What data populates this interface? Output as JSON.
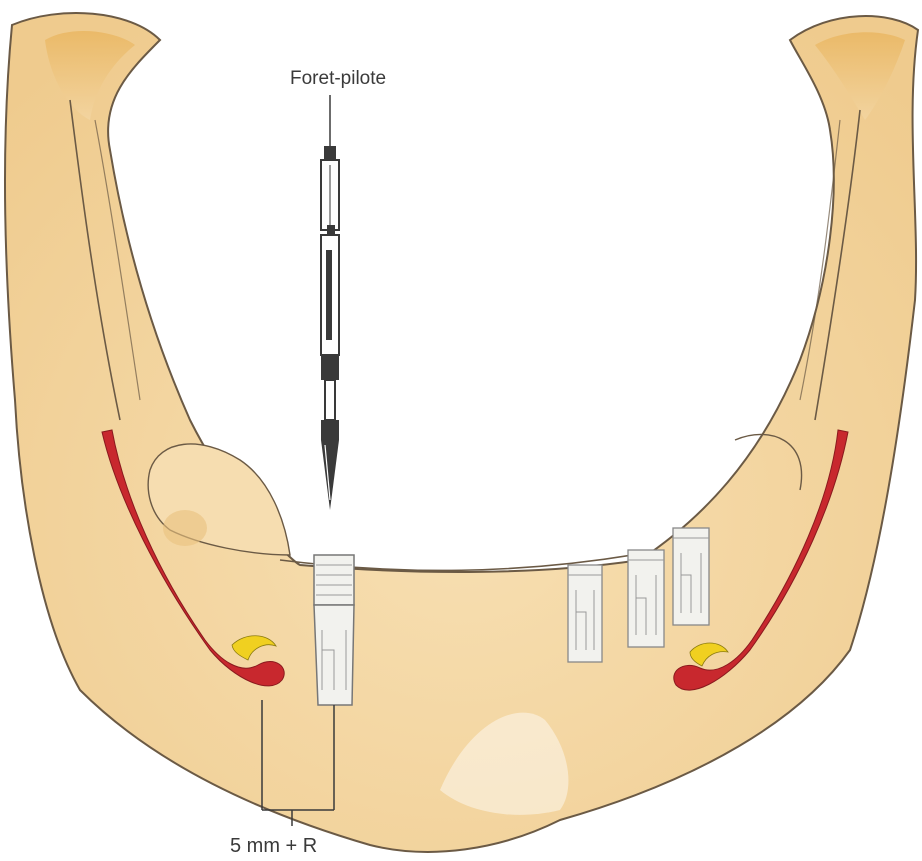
{
  "labels": {
    "pilot_drill": "Foret-pilote",
    "distance": "5 mm + R"
  },
  "colors": {
    "bone": "#F3D6A4",
    "bone_shadow": "#E8BF7E",
    "bone_outline": "#6b5a45",
    "nerve": "#C8282E",
    "foramen_yellow": "#F0D020",
    "implant": "#F2F2EE",
    "implant_outline": "#777777",
    "drill": "#3a3a3a"
  },
  "icons": [
    "mandible-illustration",
    "pilot-drill-icon",
    "implant-icon"
  ]
}
